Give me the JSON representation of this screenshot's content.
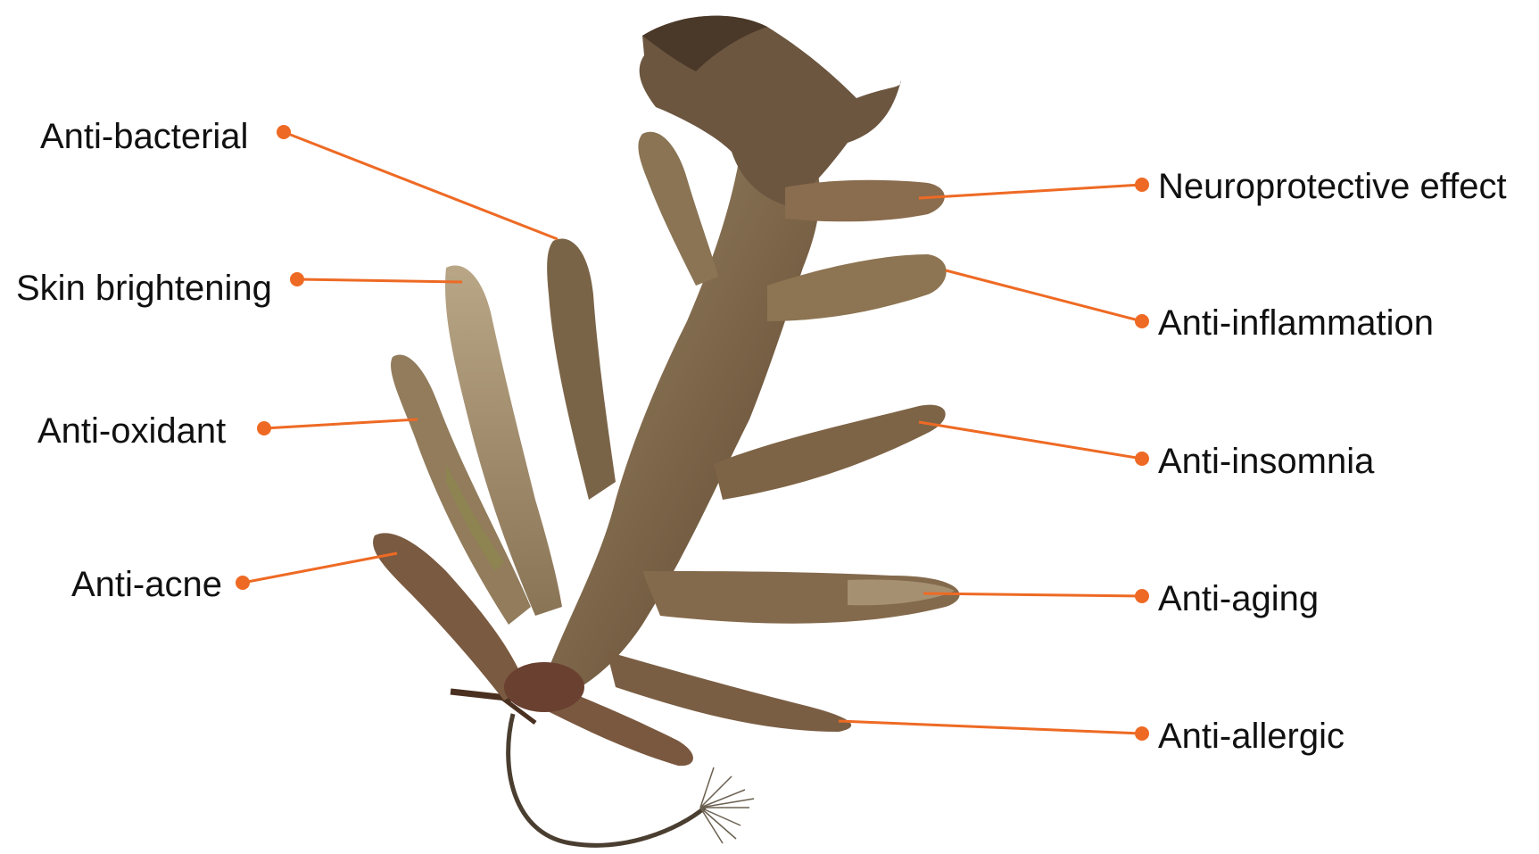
{
  "diagram": {
    "accent_color": "#ee6a24",
    "subject_image": "brown-seaweed",
    "labels_left": [
      {
        "id": "anti-bacterial",
        "text": "Anti-bacterial"
      },
      {
        "id": "skin-brightening",
        "text": "Skin brightening"
      },
      {
        "id": "anti-oxidant",
        "text": "Anti-oxidant"
      },
      {
        "id": "anti-acne",
        "text": "Anti-acne"
      }
    ],
    "labels_right": [
      {
        "id": "neuroprotective-effect",
        "text": "Neuroprotective effect"
      },
      {
        "id": "anti-inflammation",
        "text": "Anti-inflammation"
      },
      {
        "id": "anti-insomnia",
        "text": "Anti-insomnia"
      },
      {
        "id": "anti-aging",
        "text": "Anti-aging"
      },
      {
        "id": "anti-allergic",
        "text": "Anti-allergic"
      }
    ]
  }
}
